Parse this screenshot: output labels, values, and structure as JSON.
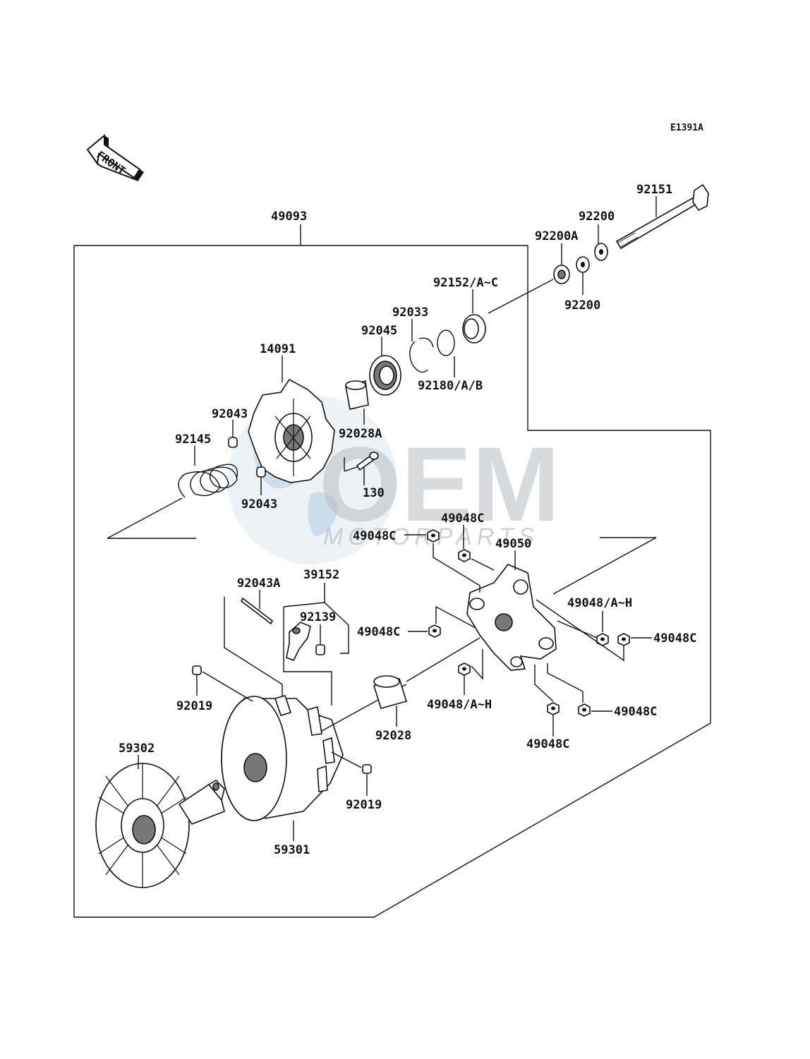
{
  "diagram_code": "E1391A",
  "front_arrow_label": "FRONT",
  "watermark": {
    "brand": "OEM",
    "sub": "MOTORPARTS"
  },
  "parts": {
    "p49093": "49093",
    "p92151": "92151",
    "p92200_top": "92200",
    "p92200a": "92200A",
    "p92152": "92152/A~C",
    "p92200_bottom": "92200",
    "p92033": "92033",
    "p92045": "92045",
    "p14091": "14091",
    "p92180": "92180/A/B",
    "p92043_top": "92043",
    "p92028a": "92028A",
    "p92145": "92145",
    "p130": "130",
    "p92043_bottom": "92043",
    "p49048c_a": "49048C",
    "p49048c_b": "49048C",
    "p49050": "49050",
    "p92043a": "92043A",
    "p39152": "39152",
    "p92139": "92139",
    "p49048ah_a": "49048/A~H",
    "p49048c_c": "49048C",
    "p49048c_d": "49048C",
    "p92019_left": "92019",
    "p92028": "92028",
    "p49048ah_b": "49048/A~H",
    "p49048c_e": "49048C",
    "p59302": "59302",
    "p49048c_f": "49048C",
    "p92019_right": "92019",
    "p59301": "59301"
  }
}
